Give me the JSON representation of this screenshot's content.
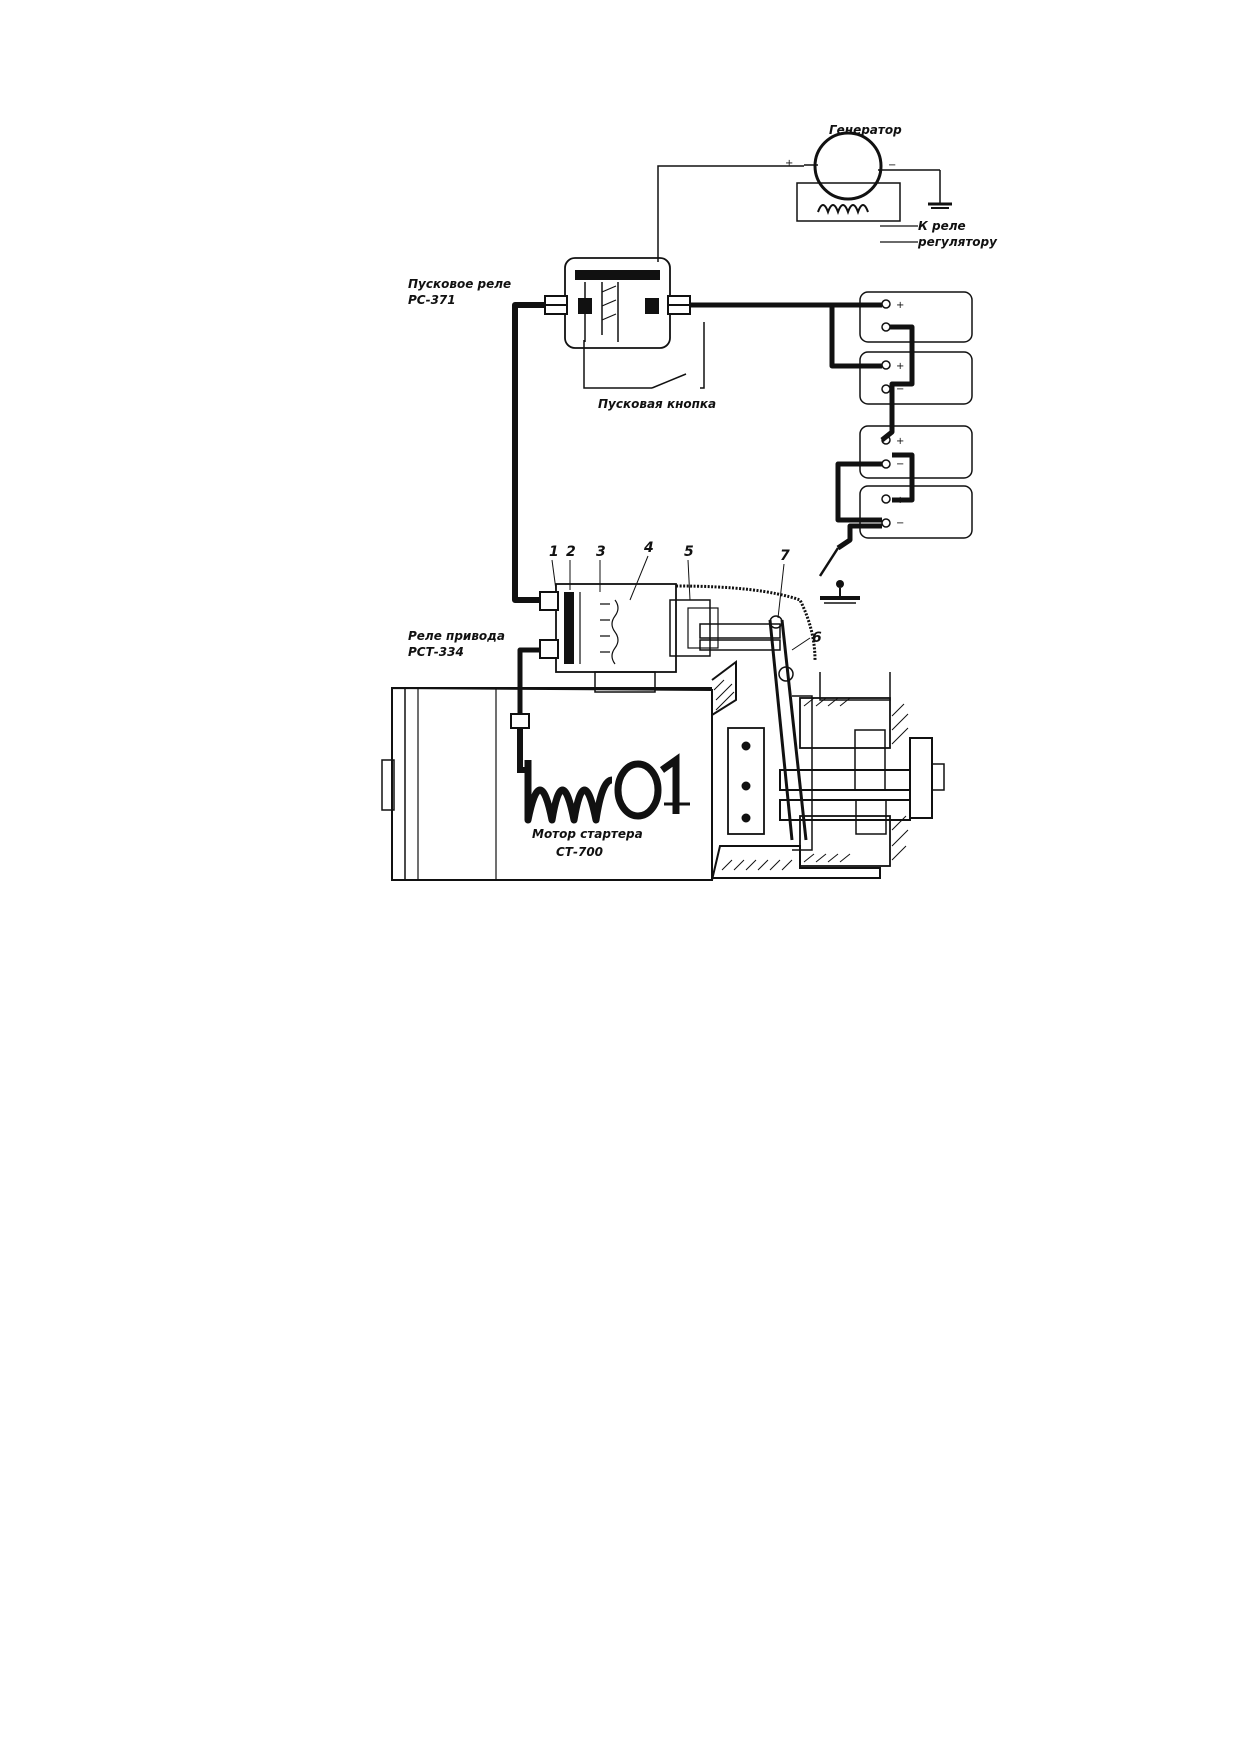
{
  "labels": {
    "generator": "Генератор",
    "to_relay_line1": "К реле",
    "to_relay_line2": "регулятору",
    "start_relay_line1": "Пусковое реле",
    "start_relay_line2": "РС-371",
    "start_button": "Пусковая кнопка",
    "drive_relay_line1": "Реле привода",
    "drive_relay_line2": "РСТ-334",
    "starter_motor_line1": "Мотор стартера",
    "starter_motor_line2": "СТ-700"
  },
  "terminals": {
    "plus": "+",
    "minus": "−"
  },
  "callouts": [
    "1",
    "2",
    "3",
    "4",
    "5",
    "6",
    "7"
  ]
}
